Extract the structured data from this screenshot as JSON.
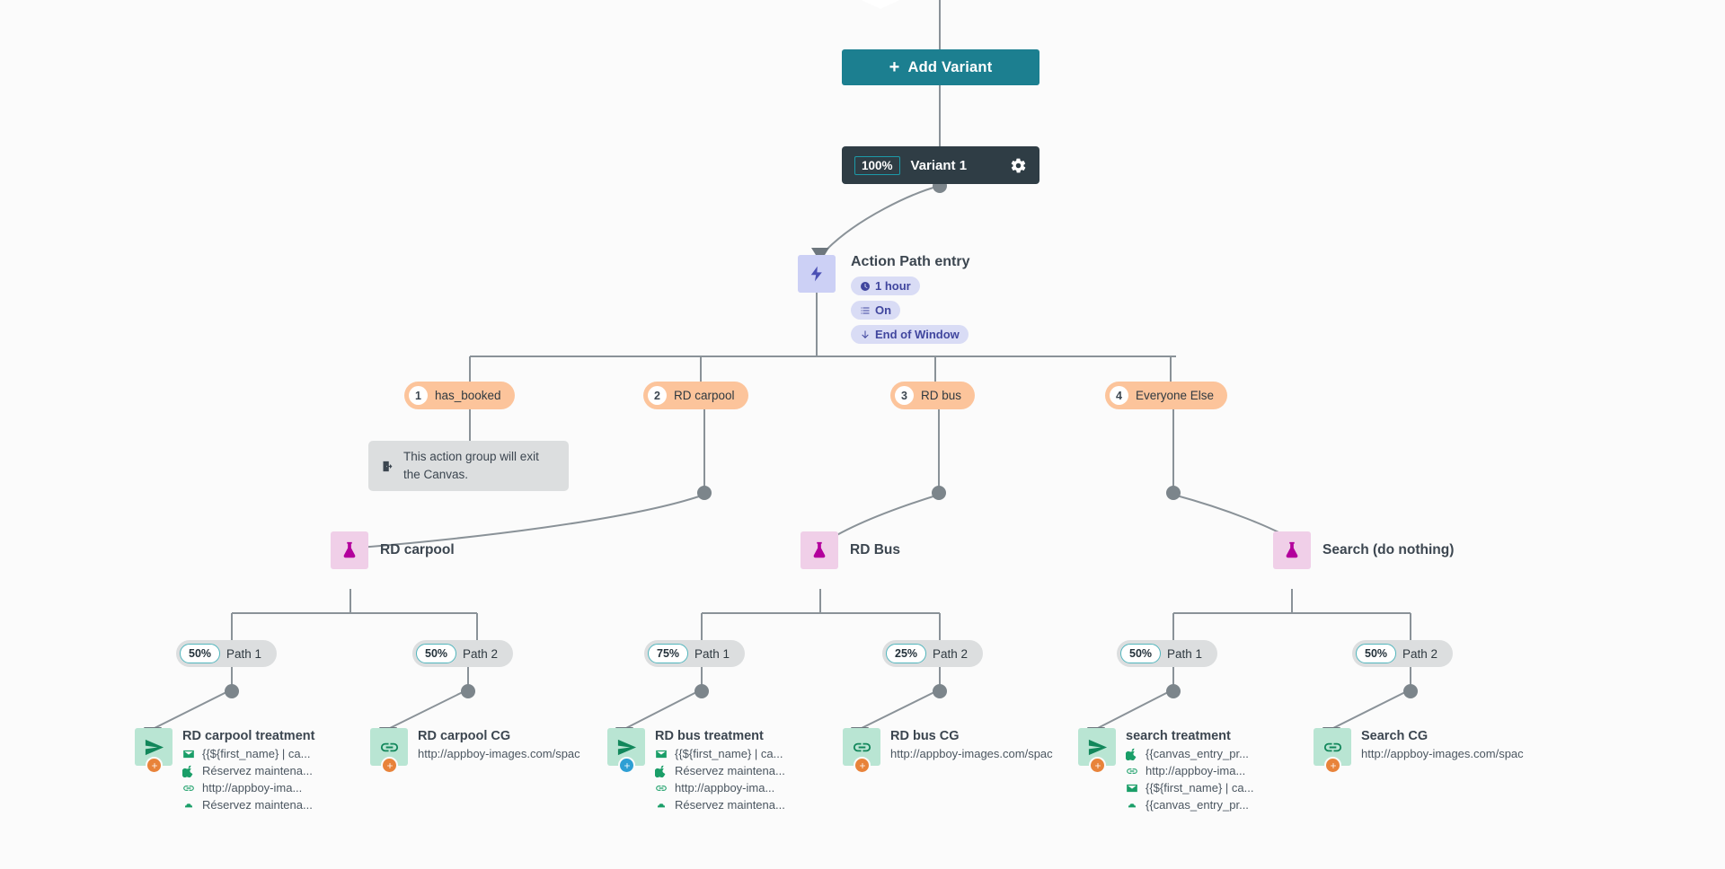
{
  "toolbar": {
    "add_variant_label": "Add Variant",
    "plus_glyph": "+"
  },
  "variant": {
    "percent": "100%",
    "name": "Variant 1",
    "gear_icon": "gear-icon"
  },
  "action_path_entry": {
    "title": "Action Path entry",
    "icon": "lightning-icon",
    "chips": [
      {
        "icon": "clock-icon",
        "label": "1 hour"
      },
      {
        "icon": "list-icon",
        "label": "On"
      },
      {
        "icon": "arrow-down-icon",
        "label": "End of Window"
      }
    ]
  },
  "branches": [
    {
      "num": "1",
      "label": "has_booked"
    },
    {
      "num": "2",
      "label": "RD carpool"
    },
    {
      "num": "3",
      "label": "RD bus"
    },
    {
      "num": "4",
      "label": "Everyone Else"
    }
  ],
  "exit_note": {
    "icon": "exit-door-icon",
    "text": "This action group will exit the Canvas."
  },
  "experiments": [
    {
      "icon": "flask-icon",
      "label": "RD carpool"
    },
    {
      "icon": "flask-icon",
      "label": "RD Bus"
    },
    {
      "icon": "flask-icon",
      "label": "Search (do nothing)"
    }
  ],
  "paths": [
    {
      "percent": "50%",
      "name": "Path 1"
    },
    {
      "percent": "50%",
      "name": "Path 2"
    },
    {
      "percent": "75%",
      "name": "Path 1"
    },
    {
      "percent": "25%",
      "name": "Path 2"
    },
    {
      "percent": "50%",
      "name": "Path 1"
    },
    {
      "percent": "50%",
      "name": "Path 2"
    }
  ],
  "messages": [
    {
      "title": "RD carpool treatment",
      "badge_icon": "send-icon",
      "plus_color": "#e8833a",
      "rows": [
        {
          "icon": "envelope-icon",
          "text": "{{${first_name} | ca..."
        },
        {
          "icon": "apple-icon",
          "text": "Réservez maintena..."
        },
        {
          "icon": "link-icon",
          "text": "http://appboy-ima..."
        },
        {
          "icon": "android-icon",
          "text": "Réservez maintena..."
        }
      ]
    },
    {
      "title": "RD carpool CG",
      "badge_icon": "link-icon",
      "plus_color": "#e8833a",
      "plain_text": "http://appboy-images.com/spac",
      "rows": []
    },
    {
      "title": "RD bus treatment",
      "badge_icon": "send-icon",
      "plus_color": "#2e9fd4",
      "rows": [
        {
          "icon": "envelope-icon",
          "text": "{{${first_name} | ca..."
        },
        {
          "icon": "apple-icon",
          "text": "Réservez maintena..."
        },
        {
          "icon": "link-icon",
          "text": "http://appboy-ima..."
        },
        {
          "icon": "android-icon",
          "text": "Réservez maintena..."
        }
      ]
    },
    {
      "title": "RD bus CG",
      "badge_icon": "link-icon",
      "plus_color": "#e8833a",
      "plain_text": "http://appboy-images.com/spac",
      "rows": []
    },
    {
      "title": "search treatment",
      "badge_icon": "send-icon",
      "plus_color": "#e8833a",
      "rows": [
        {
          "icon": "apple-icon",
          "text": "{{canvas_entry_pr..."
        },
        {
          "icon": "link-icon",
          "text": "http://appboy-ima..."
        },
        {
          "icon": "envelope-icon",
          "text": "{{${first_name} | ca..."
        },
        {
          "icon": "android-icon",
          "text": "{{canvas_entry_pr..."
        }
      ]
    },
    {
      "title": "Search CG",
      "badge_icon": "link-icon",
      "plus_color": "#e8833a",
      "plain_text": "http://appboy-images.com/spac",
      "rows": []
    }
  ],
  "colors": {
    "accent_teal": "#1c7f90",
    "variant_bar": "#2f3d45",
    "branch_orange": "#fcc49b",
    "experiment_purple": "#f0cfe8",
    "message_green": "#b9e5d3",
    "chip_indigo": "#d9dcf5"
  }
}
